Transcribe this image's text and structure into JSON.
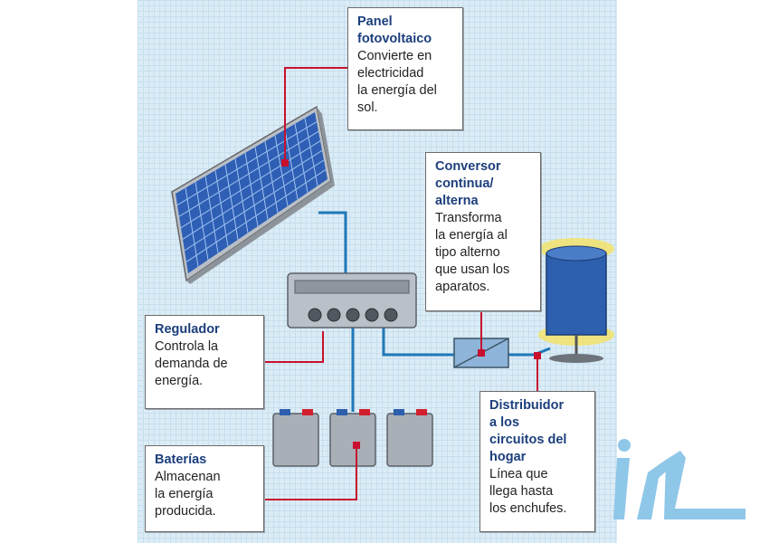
{
  "panel": {
    "title": "Panel\nfotovoltaico",
    "text": "Convierte en\nelectricidad\nla energía del\nsol."
  },
  "conversor": {
    "title": "Conversor\ncontinua/\nalterna",
    "text": "Transforma\nla energía al\ntipo alterno\nque usan los\naparatos."
  },
  "regulador": {
    "title": "Regulador",
    "text": "Controla la\ndemanda de\nenergía."
  },
  "baterias": {
    "title": "Baterías",
    "text": "Almacenan\nla energía\nproducida."
  },
  "distribuidor": {
    "title": "Distribuidor\na los\ncircuitos del\nhogar",
    "text": "Línea que\nllega hasta\nlos enchufes."
  },
  "colors": {
    "title": "#1c3f7c",
    "leader": "#c8102e",
    "wire": "#1f78b8",
    "panel_cell": "#2f5fb5",
    "battery": "#a9afb6",
    "lamp": "#2d5fae",
    "glow": "#f2e36a",
    "logo": "#8fc7e8"
  },
  "icons": [
    "solar-panel-icon",
    "regulator-icon",
    "battery-icon",
    "inverter-icon",
    "lamp-icon",
    "logo-icon"
  ]
}
